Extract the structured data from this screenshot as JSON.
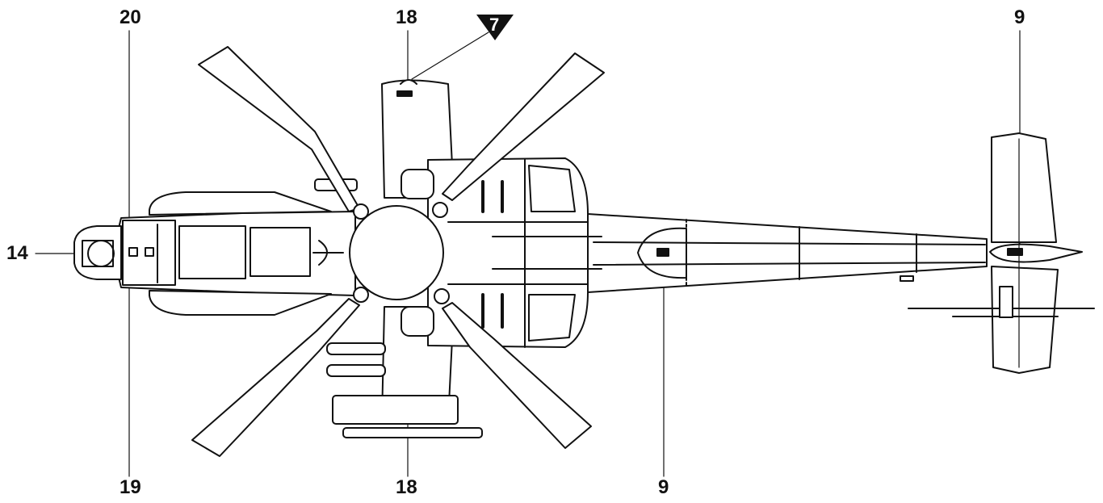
{
  "diagram": {
    "colors": {
      "ink": "#111111",
      "paper": "#ffffff"
    },
    "callouts": {
      "top_left": "20",
      "top_center": "18",
      "top_marker": "7",
      "top_right": "9",
      "left": "14",
      "bottom_left": "19",
      "bottom_center": "18",
      "bottom_right": "9"
    }
  }
}
